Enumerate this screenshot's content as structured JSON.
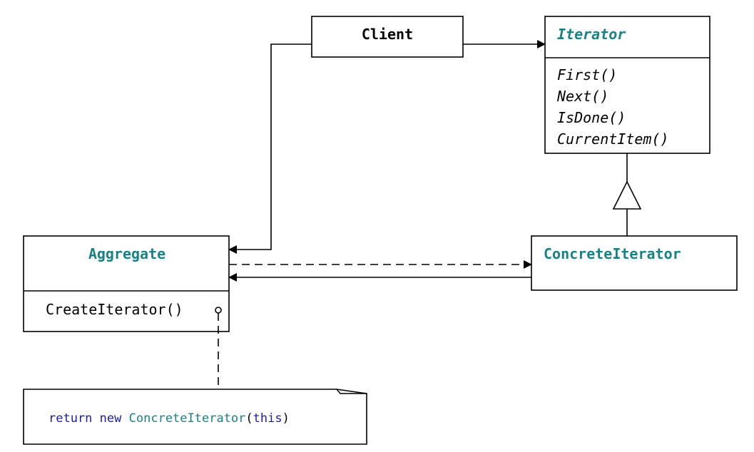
{
  "colors": {
    "teal": "#1a8282",
    "keyword": "#1c1ca8",
    "line": "#000000"
  },
  "classes": {
    "client": {
      "name": "Client"
    },
    "iterator": {
      "name": "Iterator",
      "operations": [
        "First()",
        "Next()",
        "IsDone()",
        "CurrentItem()"
      ]
    },
    "aggregate": {
      "name": "Aggregate",
      "operations": [
        "CreateIterator()"
      ]
    },
    "concrete_iterator": {
      "name": "ConcreteIterator"
    }
  },
  "note": {
    "code": {
      "kw_return": "return",
      "kw_new": "new",
      "class_name": "ConcreteIterator",
      "paren_open": "(",
      "kw_this": "this",
      "paren_close": ")"
    }
  }
}
